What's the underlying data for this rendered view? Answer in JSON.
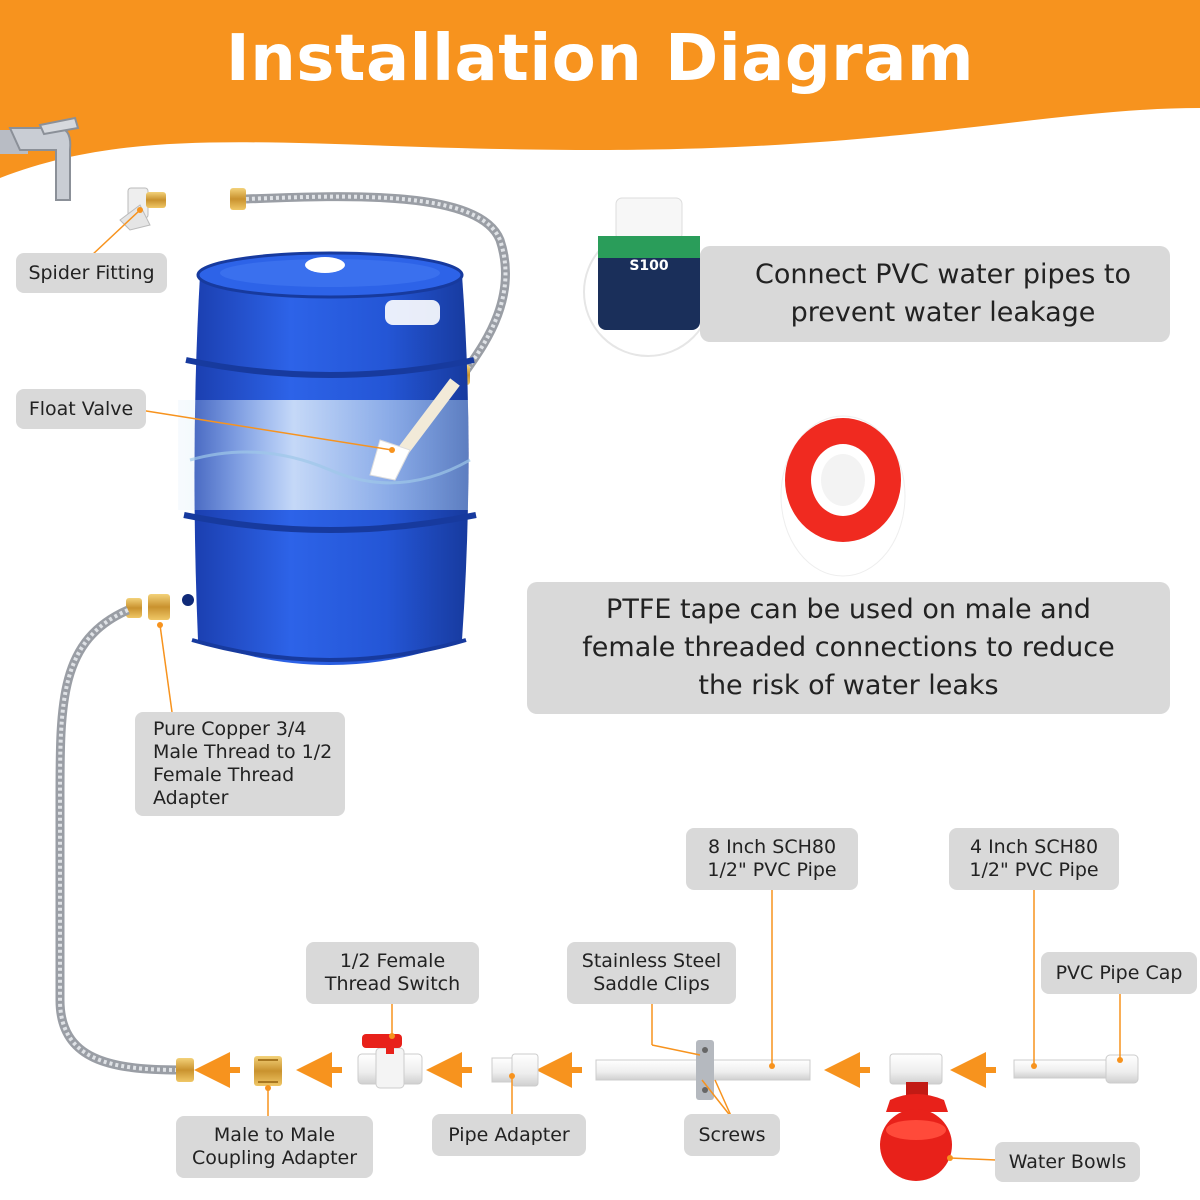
{
  "header": {
    "title": "Installation Diagram",
    "color": "#f7931e"
  },
  "notes": {
    "pvc_glue": "Connect PVC water pipes to prevent water leakage",
    "ptfe_tape": "PTFE tape can be used on male and female threaded connections to reduce the risk of water leaks",
    "glue_can_label": "S100"
  },
  "labels": {
    "spider_fitting": "Spider Fitting",
    "float_valve": "Float Valve",
    "copper_adapter": "Pure Copper 3/4 Male Thread to 1/2 Female Thread Adapter",
    "pipe_8inch": "8 Inch SCH80 1/2\" PVC Pipe",
    "pipe_4inch": "4 Inch SCH80 1/2\" PVC Pipe",
    "female_switch": "1/2 Female Thread Switch",
    "saddle_clips": "Stainless Steel Saddle Clips",
    "pipe_cap": "PVC Pipe Cap",
    "male_coupling": "Male to Male Coupling Adapter",
    "pipe_adapter": "Pipe Adapter",
    "screws": "Screws",
    "water_bowls": "Water Bowls"
  },
  "colors": {
    "barrel": "#1f4fd1",
    "arrow": "#f7931e",
    "label_bg": "#d9d9d9",
    "bowl": "#e8211a",
    "tape": "#f02a20"
  }
}
